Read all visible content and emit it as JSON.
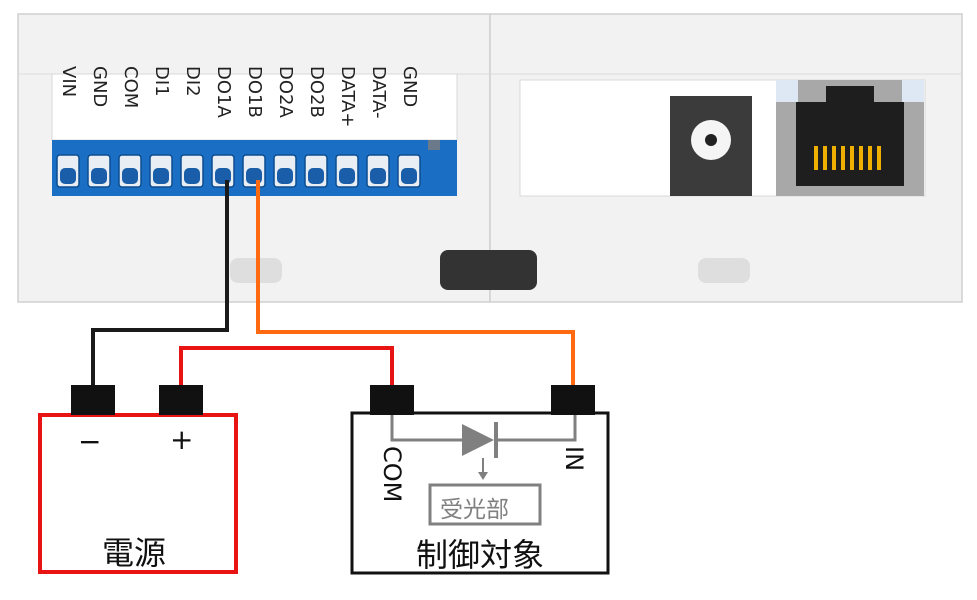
{
  "terminals": [
    "VIN",
    "GND",
    "COM",
    "DI1",
    "DI2",
    "DO1A",
    "DO1B",
    "DO2A",
    "DO2B",
    "DATA+",
    "DATA-",
    "GND"
  ],
  "power": {
    "label": "電源",
    "minus": "−",
    "plus": "+"
  },
  "device": {
    "label": "制御対象",
    "com": "COM",
    "in": "IN",
    "receiver": "受光部"
  },
  "colors": {
    "terminal_block": "#1a6fc4",
    "wire_black": "#1a1a1a",
    "wire_orange": "#ff6a10",
    "wire_red": "#e81414",
    "power_border": "#e81414",
    "device_border": "#111111",
    "diode": "#808080"
  }
}
